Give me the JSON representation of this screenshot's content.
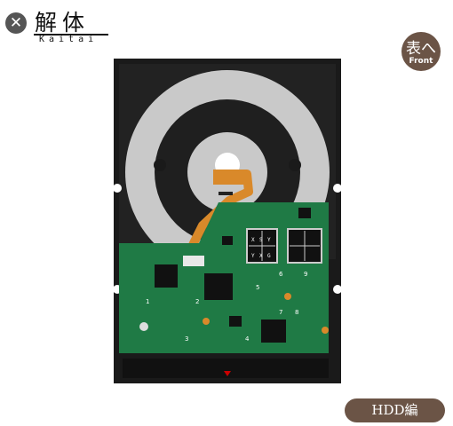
{
  "header": {
    "close_icon": "close-icon",
    "title": "解体",
    "subtitle": "Kaitai"
  },
  "front_button": {
    "main": "表へ",
    "sub": "Front"
  },
  "board": {
    "chip_labels": [
      "X",
      "S",
      "Y",
      "Y",
      "X",
      "G"
    ],
    "component_labels": [
      "1",
      "2",
      "3",
      "4",
      "5",
      "6",
      "7",
      "8",
      "9"
    ]
  },
  "hdd_button": {
    "label": "HDD編"
  },
  "colors": {
    "brown": "#6b5446",
    "pcb_green": "#1f7a45",
    "platter_gray": "#c9c9c9",
    "flex_cable": "#d9892a"
  }
}
